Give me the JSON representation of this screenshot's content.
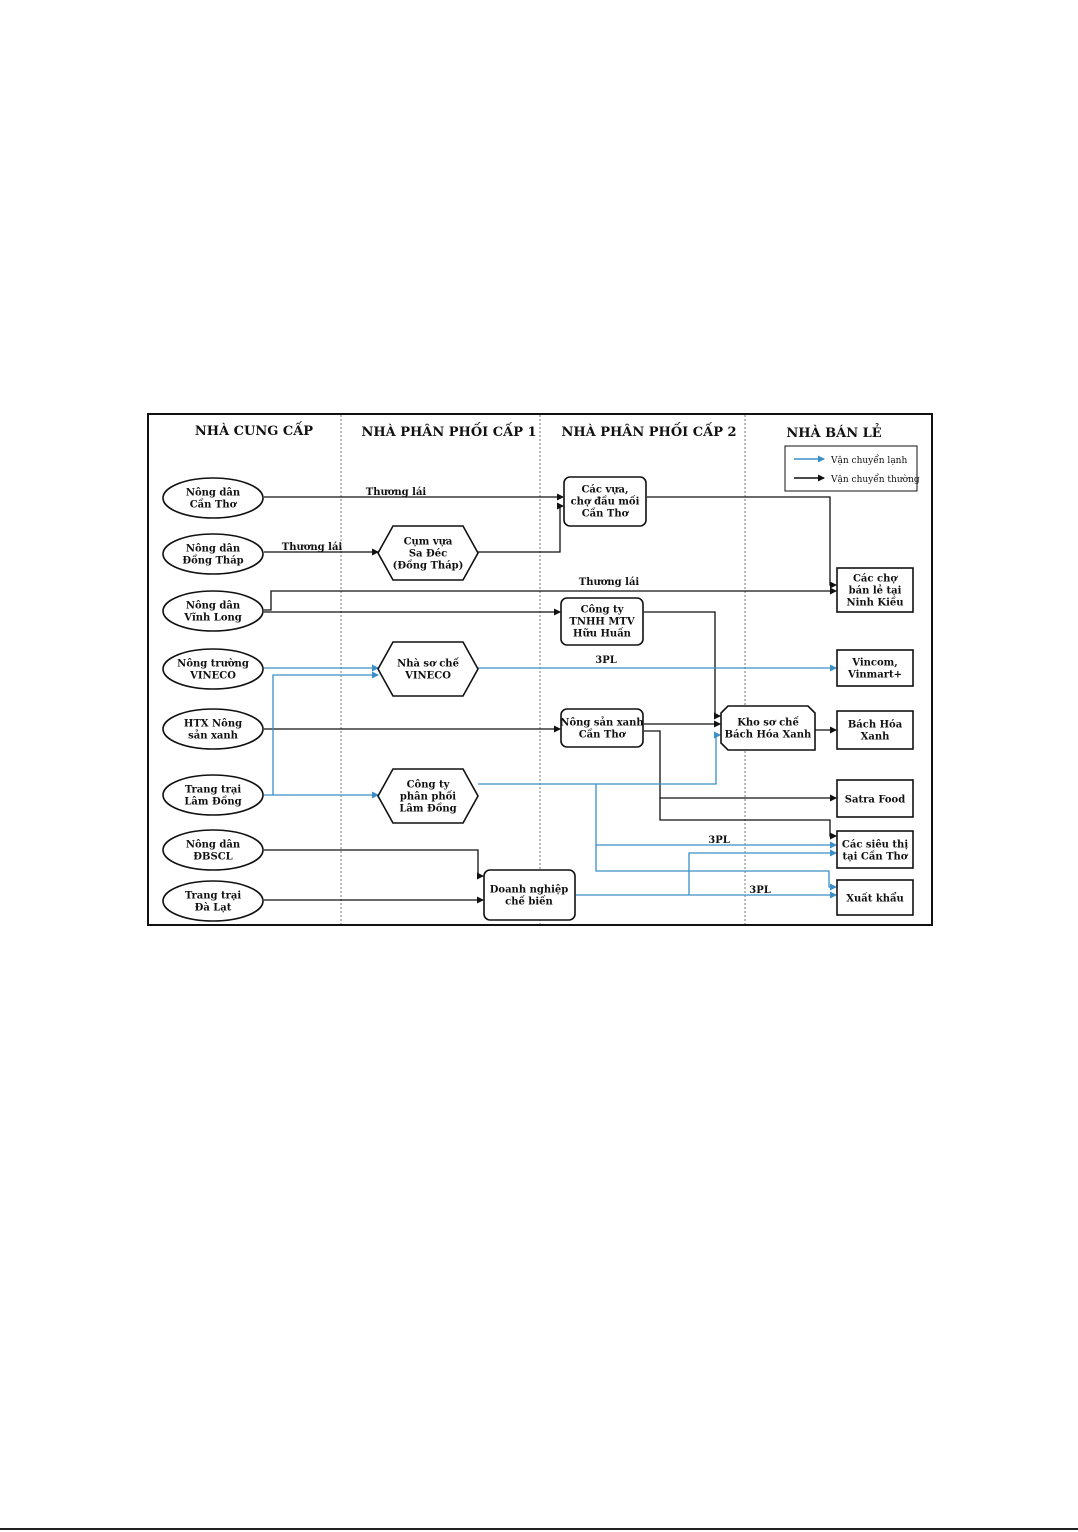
{
  "columns": [
    "NHÀ CUNG CẤP",
    "NHÀ PHÂN PHỐI CẤP 1",
    "NHÀ PHÂN PHỐI CẤP 2",
    "NHÀ BÁN LẺ"
  ],
  "legend": {
    "cold": "Vận chuyển lạnh",
    "normal": "Vận chuyển thường"
  },
  "colors": {
    "cold": "#3a8fc8",
    "normal": "#111111"
  },
  "nodes": {
    "nd_cantho": [
      "Nông dân",
      "Cần Thơ"
    ],
    "nd_dongthap": [
      "Nông dân",
      "Đồng Tháp"
    ],
    "nd_vinhlong": [
      "Nông dân",
      "Vĩnh Long"
    ],
    "nt_vineco": [
      "Nông trường",
      "VINECO"
    ],
    "htx": [
      "HTX Nông",
      "sản xanh"
    ],
    "tt_lamdong": [
      "Trang trại",
      "Lâm Đồng"
    ],
    "nd_dbscl": [
      "Nông dân",
      "ĐBSCL"
    ],
    "tt_dalat": [
      "Trang trại",
      "Đà Lạt"
    ],
    "cumvua": [
      "Cụm vựa",
      "Sa Đéc",
      "(Đồng Tháp)"
    ],
    "nhasoche": [
      "Nhà sơ chế",
      "VINECO"
    ],
    "ctyphanphoi": [
      "Công ty",
      "phân phối",
      "Lâm Đồng"
    ],
    "dnchebien": [
      "Doanh nghiệp",
      "chế biến"
    ],
    "cacvua": [
      "Các vựa,",
      "chợ đầu mối",
      "Cần Thơ"
    ],
    "cty_tnhh": [
      "Công ty",
      "TNHH MTV",
      "Hữu Huấn"
    ],
    "nsx_cantho": [
      "Nông sản xanh",
      "Cần Thơ"
    ],
    "kho_bhx": [
      "Kho sơ chế",
      "Bách Hóa Xanh"
    ],
    "cho_ninhkieu": [
      "Các chợ",
      "bán lẻ tại",
      "Ninh Kiều"
    ],
    "vincom": [
      "Vincom,",
      "Vinmart+"
    ],
    "bhx": [
      "Bách Hóa",
      "Xanh"
    ],
    "satra": [
      "Satra Food"
    ],
    "sieuthi": [
      "Các siêu thị",
      "tại Cần Thơ"
    ],
    "xuatkhau": [
      "Xuất khẩu"
    ]
  },
  "edge_labels": {
    "thuonglai_1": "Thương lái",
    "thuonglai_2": "Thương lái",
    "thuonglai_3": "Thương lái",
    "pl_1": "3PL",
    "pl_2": "3PL",
    "pl_3": "3PL"
  }
}
